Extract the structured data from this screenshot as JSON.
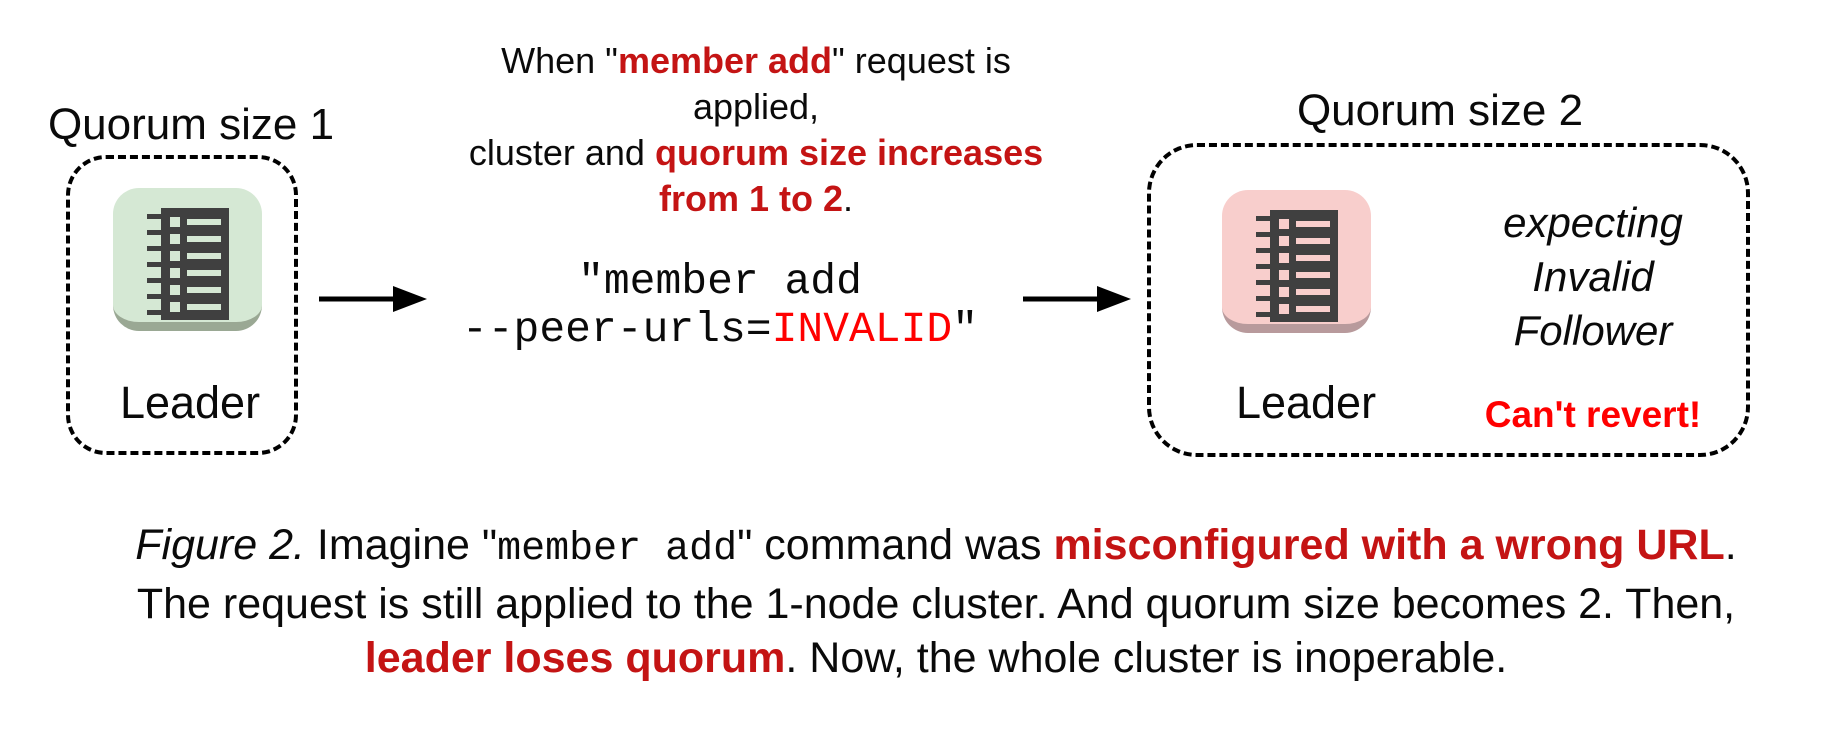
{
  "left_cluster": {
    "title": "Quorum size 1",
    "node_label": "Leader"
  },
  "right_cluster": {
    "title": "Quorum size 2",
    "node_label": "Leader",
    "expecting": [
      "expecting",
      "Invalid",
      "Follower"
    ],
    "warning": "Can't revert!"
  },
  "annotation": {
    "l1a": "When \"",
    "l1b": "member add",
    "l1c": "\" request is applied,",
    "l2a": "cluster and ",
    "l2b": "quorum size increases",
    "l3b": "from 1 to 2",
    "l3c": "."
  },
  "command": {
    "line1": "\"member add",
    "l2a": "--peer-urls=",
    "l2b": "INVALID",
    "l2c": "\""
  },
  "caption": {
    "fig": "Figure 2.",
    "t1": " Imagine \"",
    "code": "member add",
    "t2": "\" command was ",
    "em1": "misconfigured with a wrong URL",
    "t3": ".",
    "line2": "The request is still applied to the 1-node cluster. And quorum size becomes 2. Then,",
    "em2": "leader loses quorum",
    "t4": ". Now, the whole cluster is inoperable."
  },
  "colors": {
    "emphasis_red": "#c41414",
    "bright_red": "#ff0000",
    "green_node": "#d5e8d4",
    "green_node_shade": "#9aa894",
    "pink_node": "#f8cecc",
    "pink_node_shade": "#b89a9c",
    "icon_dark": "#404040",
    "outline_black": "#000000"
  }
}
